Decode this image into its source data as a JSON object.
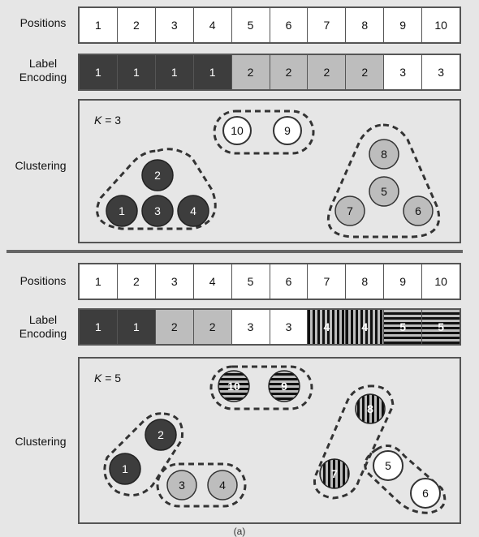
{
  "top": {
    "row_labels": {
      "positions": "Positions",
      "encoding_line1": "Label",
      "encoding_line2": "Encoding",
      "clustering": "Clustering"
    },
    "positions": [
      "1",
      "2",
      "3",
      "4",
      "5",
      "6",
      "7",
      "8",
      "9",
      "10"
    ],
    "encoding": [
      "1",
      "1",
      "1",
      "1",
      "2",
      "2",
      "2",
      "2",
      "3",
      "3"
    ],
    "k_var": "K",
    "k_rest": " = 3",
    "nodes": {
      "n10": "10",
      "n9": "9",
      "n2": "2",
      "n1": "1",
      "n3": "3",
      "n4": "4",
      "n8": "8",
      "n5": "5",
      "n7": "7",
      "n6": "6"
    }
  },
  "bottom": {
    "row_labels": {
      "positions": "Positions",
      "encoding_line1": "Label",
      "encoding_line2": "Encoding",
      "clustering": "Clustering"
    },
    "positions": [
      "1",
      "2",
      "3",
      "4",
      "5",
      "6",
      "7",
      "8",
      "9",
      "10"
    ],
    "encoding": [
      "1",
      "1",
      "2",
      "2",
      "3",
      "3",
      "4",
      "4",
      "5",
      "5"
    ],
    "k_var": "K",
    "k_rest": " = 5",
    "nodes": {
      "n10": "10",
      "n9": "9",
      "n2": "2",
      "n1": "1",
      "n3": "3",
      "n4": "4",
      "n8": "8",
      "n7": "7",
      "n5": "5",
      "n6": "6"
    }
  },
  "footer": "(a)",
  "colors": {
    "dark": "#3d3d3d",
    "mid": "#bdbdbd",
    "white": "#ffffff",
    "stripe": "#111111",
    "border": "#555555"
  }
}
